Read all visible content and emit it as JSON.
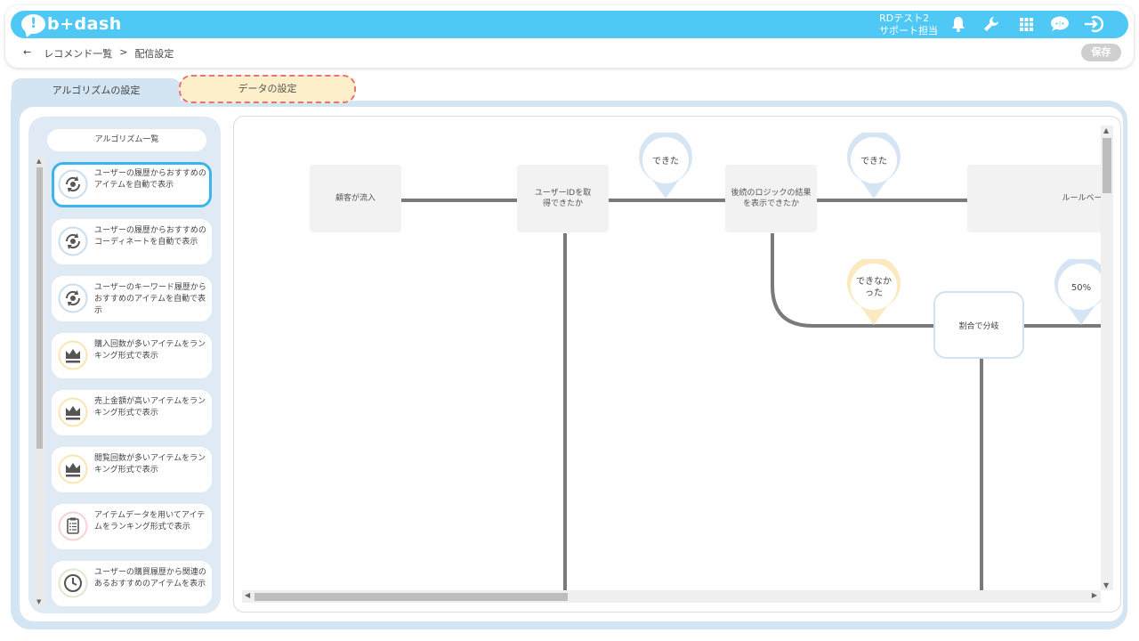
{
  "header": {
    "brand": "b+dash",
    "user_line1": "RDテスト2",
    "user_line2": "サポート担当",
    "icons": [
      "bell-icon",
      "wrench-icon",
      "grid-icon",
      "chat-icon",
      "logout-icon"
    ],
    "accent_color": "#4fc8f5"
  },
  "breadcrumb": {
    "back": "←",
    "parent": "レコメンド一覧",
    "separator": ">",
    "current": "配信設定"
  },
  "toolbar": {
    "save_label": "保存"
  },
  "tabs": [
    {
      "label": "アルゴリズムの設定",
      "active": true
    },
    {
      "label": "データの設定",
      "active": false
    }
  ],
  "sidebar": {
    "title": "アルゴリズム一覧",
    "items": [
      {
        "label": "ユーザーの履歴からおすすめのアイテムを自動で表示",
        "icon": "recycle-gear-icon",
        "selected": true
      },
      {
        "label": "ユーザーの履歴からおすすめのコーディネートを自動で表示",
        "icon": "recycle-gear-icon",
        "selected": false
      },
      {
        "label": "ユーザーのキーワード履歴からおすすめのアイテムを自動で表示",
        "icon": "recycle-gear-icon",
        "selected": false
      },
      {
        "label": "購入回数が多いアイテムをランキング形式で表示",
        "icon": "crown-icon",
        "selected": false
      },
      {
        "label": "売上金額が高いアイテムをランキング形式で表示",
        "icon": "crown-icon",
        "selected": false
      },
      {
        "label": "閲覧回数が多いアイテムをランキング形式で表示",
        "icon": "crown-icon",
        "selected": false
      },
      {
        "label": "アイテムデータを用いてアイテムをランキング形式で表示",
        "icon": "clipboard-icon",
        "selected": false
      },
      {
        "label": "ユーザーの購買履歴から関連のあるおすすめのアイテムを表示",
        "icon": "clock-icon",
        "selected": false
      }
    ]
  },
  "flow": {
    "nodes": {
      "visitor": "顧客が流入",
      "userid": "ユーザーIDを取得できたか",
      "logic": "後続のロジックの結果を表示できたか",
      "rule": "ルールベース",
      "split": "割合で分岐"
    },
    "labels": {
      "yes1": "できた",
      "yes2": "できた",
      "no1": "できなかった",
      "ratio": "50%"
    }
  }
}
